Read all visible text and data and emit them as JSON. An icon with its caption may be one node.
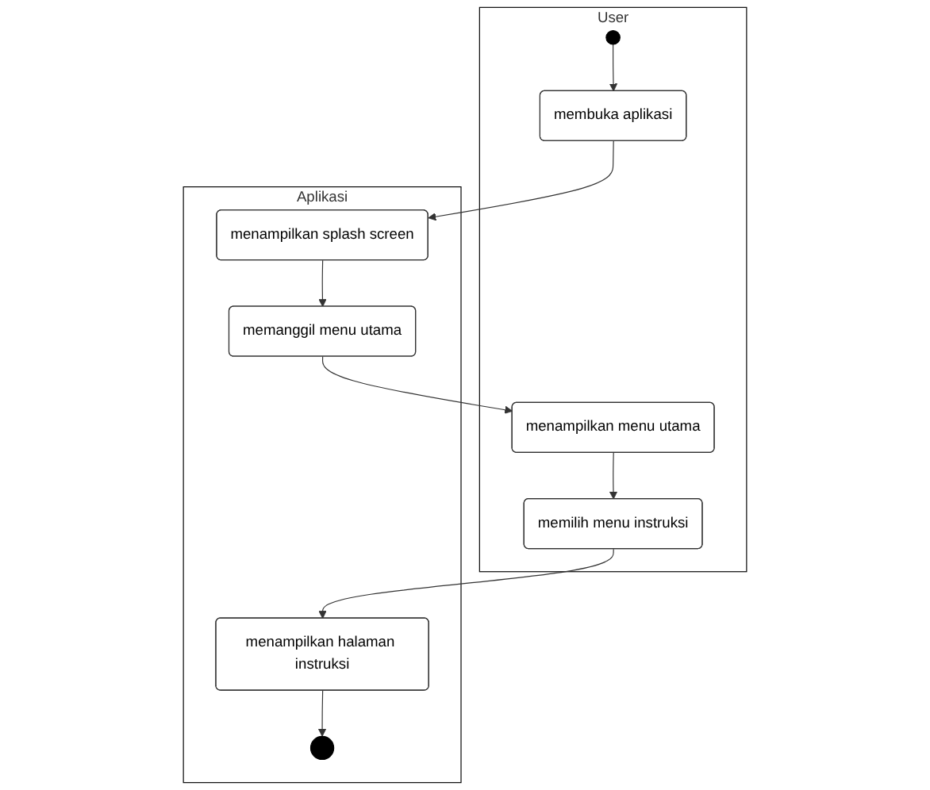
{
  "diagram": {
    "nodes": [
      {
        "text": [
          "User"
        ]
      },
      {
        "text": [],
        "shape": "circle",
        "in": 0
      },
      {
        "text": [
          "membuka aplikasi"
        ],
        "in": 0
      },
      {
        "text": [
          "menampilkan menu utama"
        ],
        "in": 0
      },
      {
        "text": [
          "memilih menu instruksi"
        ],
        "in": 0
      },
      {
        "text": [
          "Aplikasi"
        ]
      },
      {
        "text": [
          "menampilkan splash screen"
        ],
        "in": 5
      },
      {
        "text": [
          "memanggil menu utama"
        ],
        "in": 5
      },
      {
        "text": [
          "menampilkan halaman instruksi"
        ],
        "in": 5
      },
      {
        "text": [],
        "shape": "circle",
        "in": 5
      }
    ],
    "edges": [
      {
        "from": 1,
        "to": 2,
        "arrow": "to"
      },
      {
        "from": 2,
        "to": 6,
        "arrow": "to"
      },
      {
        "from": 6,
        "to": 7,
        "arrow": "to"
      },
      {
        "from": 7,
        "to": 3,
        "arrow": "to"
      },
      {
        "from": 3,
        "to": 4,
        "arrow": "to"
      },
      {
        "from": 4,
        "to": 8,
        "arrow": "to"
      },
      {
        "from": 8,
        "to": 9,
        "arrow": "to"
      }
    ]
  }
}
